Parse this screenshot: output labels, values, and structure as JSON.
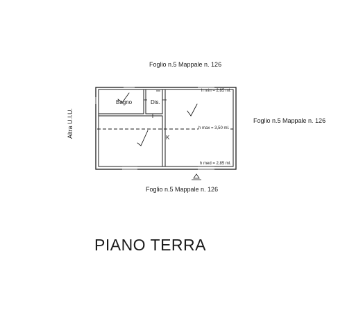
{
  "plan": {
    "adjacent_labels": {
      "top": "Foglio n.5 Mappale n. 126",
      "right": "Foglio n.5 Mappale n. 126",
      "bottom": "Foglio n.5 Mappale n. 126",
      "left": "Altra U.I.U."
    },
    "rooms": {
      "bagno": "Bagno",
      "disimpegno": "Dis.",
      "kitchen_mark": "K"
    },
    "heights": {
      "min": "h min = 2,85 ml.",
      "max": "h max = 3,50 ml.",
      "med": "h med = 2,85 ml."
    }
  },
  "title": "PIANO TERRA",
  "colors": {
    "line": "#1a1a1a",
    "background": "#ffffff"
  }
}
